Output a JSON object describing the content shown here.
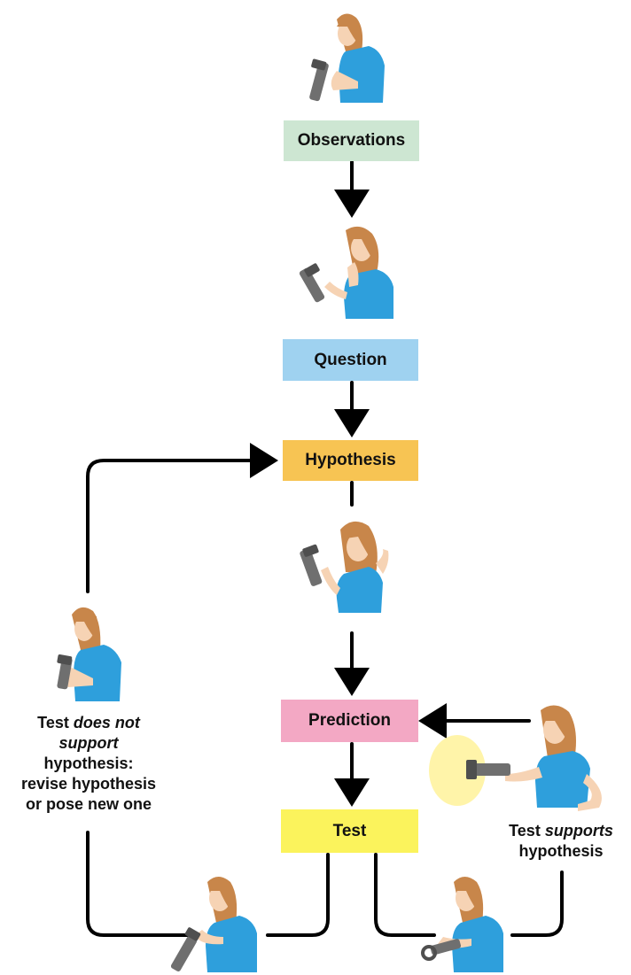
{
  "boxes": {
    "observations": {
      "label": "Observations",
      "color": "#cde6d2"
    },
    "question": {
      "label": "Question",
      "color": "#9fd2f0"
    },
    "hypothesis": {
      "label": "Hypothesis",
      "color": "#f7c453"
    },
    "prediction": {
      "label": "Prediction",
      "color": "#f3a8c4"
    },
    "test": {
      "label": "Test",
      "color": "#fbf35c"
    }
  },
  "captions": {
    "not_support": {
      "line1_pre": "Test ",
      "line1_em": "does not",
      "line2_em": "support",
      "line3": "hypothesis:",
      "line4": "revise hypothesis",
      "line5": "or pose new one"
    },
    "supports": {
      "line1_pre": "Test ",
      "line1_em": "supports",
      "line2": "hypothesis"
    }
  },
  "colors": {
    "arrow": "#000000",
    "shirt": "#2e9fdc",
    "hair": "#c8864a",
    "skin": "#f6d3b4",
    "flashlight": "#6f6f6f",
    "beam": "#fff3a0"
  },
  "icons": {
    "figure": "person-with-flashlight-icon",
    "beam": "flashlight-beam-icon"
  }
}
